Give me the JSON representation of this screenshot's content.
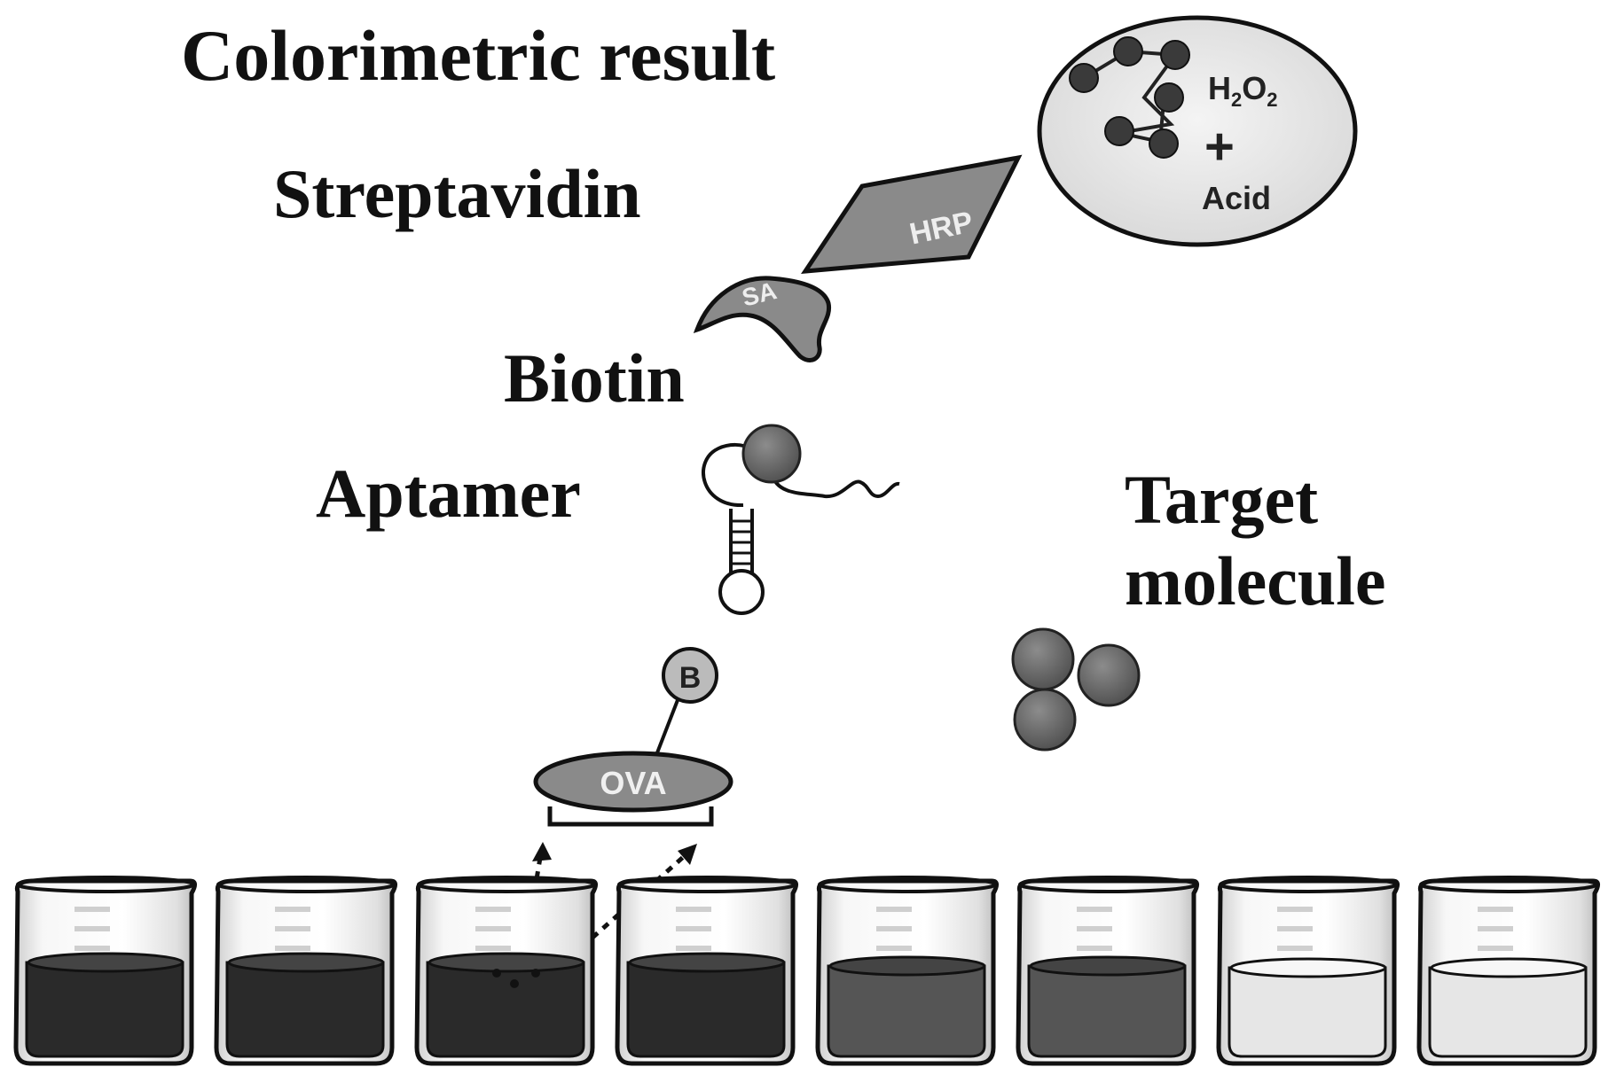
{
  "diagram": {
    "title": "Colorimetric result",
    "labels": {
      "streptavidin": "Streptavidin",
      "biotin": "Biotin",
      "aptamer": "Aptamer",
      "target_line1": "Target",
      "target_line2": "molecule"
    },
    "substrate": {
      "h2o2_main": "H",
      "h2o2_sub1": "2",
      "h2o2_o": "O",
      "h2o2_sub2": "2",
      "plus": "+",
      "acid": "Acid"
    },
    "tags": {
      "hrp": "HRP",
      "sa": "SA",
      "b": "B",
      "ova": "OVA"
    },
    "beakers": {
      "liquid_levels": [
        "dark",
        "dark",
        "dark",
        "dark",
        "medium",
        "medium",
        "light",
        "light"
      ]
    },
    "colors": {
      "ink": "#111111",
      "dark_liquid": "#2a2a2a",
      "medium_liquid": "#555555",
      "light_liquid": "#e6e6e6",
      "molecule_fill": "#6a6a6a",
      "shape_fill": "#8a8a8a"
    }
  }
}
